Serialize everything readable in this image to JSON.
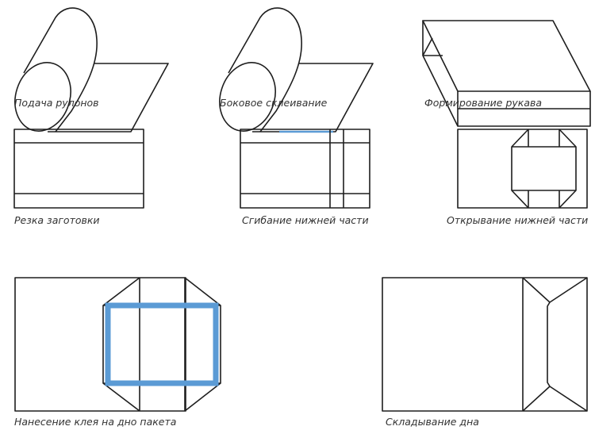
{
  "colors": {
    "line": "#1e1e1e",
    "glue": "#5b9bd5"
  },
  "steps": [
    {
      "label": "Подача рулонов"
    },
    {
      "label": "Боковое склеивание"
    },
    {
      "label": "Формирование рукава"
    },
    {
      "label": "Резка заготовки"
    },
    {
      "label": "Сгибание нижней части"
    },
    {
      "label": "Открывание нижней части"
    },
    {
      "label": "Нанесение клея на дно пакета"
    },
    {
      "label": "Складывание дна"
    }
  ]
}
